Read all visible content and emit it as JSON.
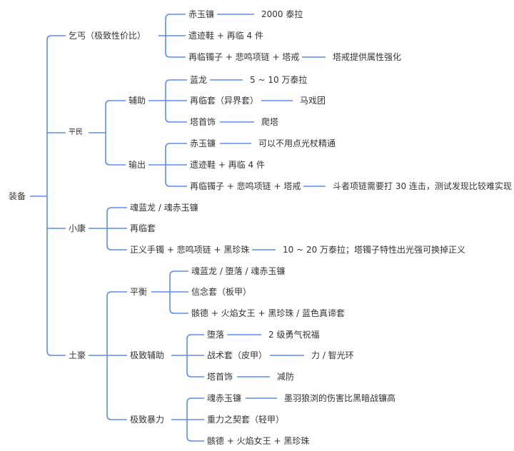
{
  "mindmap": {
    "root": "装备",
    "line_color": "#5b8def",
    "branches": [
      {
        "label": "乞丐（极致性价比）",
        "children": [
          {
            "label": "赤玉镰",
            "children": [
              {
                "label": "2000 泰拉"
              }
            ]
          },
          {
            "label": "遗迹鞋 + 再临 4 件"
          },
          {
            "label": "再临镯子 + 悲鸣项链 + 塔戒",
            "children": [
              {
                "label": "塔戒提供属性强化"
              }
            ]
          }
        ]
      },
      {
        "label": "平民",
        "children": [
          {
            "label": "辅助",
            "children": [
              {
                "label": "蓝龙",
                "children": [
                  {
                    "label": "5 ~ 10 万泰拉"
                  }
                ]
              },
              {
                "label": "再临套（异界套）",
                "children": [
                  {
                    "label": "马戏团"
                  }
                ]
              },
              {
                "label": "塔首饰",
                "children": [
                  {
                    "label": "爬塔"
                  }
                ]
              }
            ]
          },
          {
            "label": "输出",
            "children": [
              {
                "label": "赤玉镰",
                "children": [
                  {
                    "label": "可以不用点光杖精通"
                  }
                ]
              },
              {
                "label": "遗迹鞋 + 再临 4 件"
              },
              {
                "label": "再临镯子 + 悲鸣项链 + 塔戒",
                "children": [
                  {
                    "label": "斗者项链需要打 30 连击，测试发现比较难实现"
                  }
                ]
              }
            ]
          }
        ]
      },
      {
        "label": "小康",
        "children": [
          {
            "label": "魂蓝龙 / 魂赤玉镰"
          },
          {
            "label": "再临套"
          },
          {
            "label": "正义手镯 + 悲鸣项链 + 黑珍珠",
            "children": [
              {
                "label": "10 ~ 20 万泰拉；塔镯子特性出光强可换掉正义"
              }
            ]
          }
        ]
      },
      {
        "label": "土豪",
        "children": [
          {
            "label": "平衡",
            "children": [
              {
                "label": "魂蓝龙 / 堕落 / 魂赤玉镰"
              },
              {
                "label": "信念套（板甲）"
              },
              {
                "label": "骸德 + 火焰女王 + 黑珍珠 / 蓝色真谛套"
              }
            ]
          },
          {
            "label": "极致辅助",
            "children": [
              {
                "label": "堕落",
                "children": [
                  {
                    "label": "2 级勇气祝福"
                  }
                ]
              },
              {
                "label": "战术套（皮甲）",
                "children": [
                  {
                    "label": "力 / 智光环"
                  }
                ]
              },
              {
                "label": "塔首饰",
                "children": [
                  {
                    "label": "减防"
                  }
                ]
              }
            ]
          },
          {
            "label": "极致暴力",
            "children": [
              {
                "label": "魂赤玉镰",
                "children": [
                  {
                    "label": "墨羽狼浏的伤害比黑暗战镰高"
                  }
                ]
              },
              {
                "label": "重力之契套（轻甲）"
              },
              {
                "label": "骸德 + 火焰女王 + 黑珍珠"
              }
            ]
          }
        ]
      }
    ]
  }
}
